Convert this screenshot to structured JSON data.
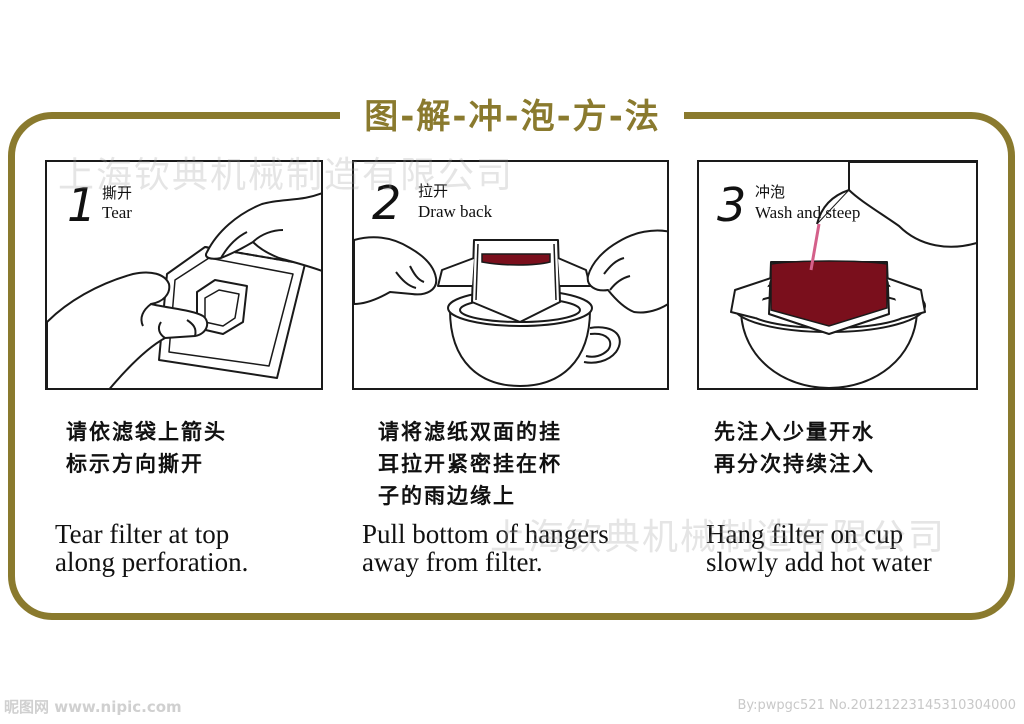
{
  "colors": {
    "frame": "#8a7a2e",
    "coffee": "#7a0f1c",
    "line": "#1a1a1a"
  },
  "title": {
    "chars": [
      "图",
      "解",
      "冲",
      "泡",
      "方",
      "法"
    ],
    "separator": "-"
  },
  "watermark": "上海钦典机械制造有限公司",
  "steps": [
    {
      "number": "1",
      "label_cn": "撕开",
      "label_en": "Tear",
      "illustration": "tear-packet-illustration",
      "desc_cn": [
        "请依滤袋上箭头",
        "标示方向撕开"
      ],
      "desc_en": [
        "Tear filter at top",
        "along perforation."
      ]
    },
    {
      "number": "2",
      "label_cn": "拉开",
      "label_en": "Draw back",
      "illustration": "draw-back-hangers-illustration",
      "desc_cn": [
        "请将滤纸双面的挂",
        "耳拉开紧密挂在杯",
        "子的雨边缘上"
      ],
      "desc_en": [
        "Pull bottom of hangers",
        "away from filter."
      ]
    },
    {
      "number": "3",
      "label_cn": "冲泡",
      "label_en": "Wash and steep",
      "illustration": "pour-water-illustration",
      "desc_cn": [
        "先注入少量开水",
        "再分次持续注入"
      ],
      "desc_en": [
        "Hang filter on cup",
        "slowly add hot water"
      ]
    }
  ],
  "footer": {
    "left": "昵图网 www.nipic.com",
    "right": "By:pwpgc521 No.20121223145310304000"
  }
}
